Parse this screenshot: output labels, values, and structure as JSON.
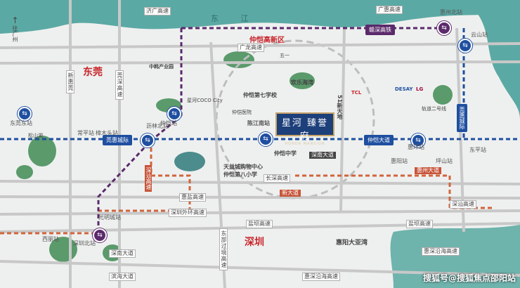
{
  "colors": {
    "river": "#5ba9a4",
    "metro_blue": "#1f4fa0",
    "metro_purple": "#5b2a6b",
    "metro_orange": "#d2643c",
    "accent_red": "#c8242b",
    "green_park": "#5a9a6b"
  },
  "compass": {
    "arrow": "↑",
    "label": "往广州"
  },
  "river": {
    "label": "东 江"
  },
  "cities": {
    "dongguan": "东莞",
    "shenzhen": "深圳"
  },
  "districts": {
    "xinggao": "仲恺高新区"
  },
  "highways": {
    "top_left": "济广高速",
    "top_right": "广惠高速",
    "guanglong": "广龙高速",
    "changshen": "长深高速",
    "huiyan": "惠盐高速",
    "shenzhen_outer": "深圳外环高速",
    "yanba": "盐坝高速",
    "yanba2": "盐坝高速",
    "shenshan": "深汕高速",
    "huishen_coast": "惠深沿海高速",
    "huishen_coast2": "惠深沿海高速",
    "donghua": "东部过境高速",
    "xingdazhong": "新大道",
    "shenshan_v": "深汕高速",
    "line_v": "新惠莞",
    "hui_dong_v": "莞深高速",
    "hui_zhou_ave": "惠州大道",
    "shennan": "深南大道",
    "binhai": "滨海大道",
    "shennan2": "深南大道"
  },
  "metro": {
    "ganshen": "赣深高铁",
    "guanhui": "莞惠城际",
    "zhongkai": "仲恺大道",
    "guanhui_v": "莞惠城际"
  },
  "stations": {
    "huizhou_north": "惠州北站",
    "zhongkai": "仲恺站",
    "chenjiang_south": "陈江南站",
    "dongguan_east": "东莞东站",
    "changping": "常平站",
    "zhangmutou": "樟木头站",
    "shenzhen_north": "深圳北站",
    "huihuan": "惠环站",
    "yunshan": "云山站",
    "xili": "西丽站",
    "guangming": "光明城站",
    "huiyang": "惠阳站",
    "pingshan": "坪山站",
    "dongping": "东平站"
  },
  "project": {
    "name": "星河 臻誉府",
    "sub": "HONOR MANSION"
  },
  "pois": {
    "zhonghan": "中韩产业园",
    "zhongkai_7": "仲恺第七学校",
    "zhongkai_hs": "仲恺中学",
    "zhongkai_8": "仲恺第八小学",
    "tianyi": "天益城购物中心",
    "huanle": "欢乐海湾",
    "xintiandi": "51新天地",
    "wuyi": "五一",
    "tcl": "TCL",
    "desay": "DESAY",
    "lg": "LG",
    "line2": "轨道二号线",
    "huiyang_bay": "惠阳大亚湾",
    "lishui": "沥林北站",
    "sonshan": "松山湖",
    "zhongkai_hospital": "仲恺医院",
    "xinghe_mall": "星河COCO City"
  },
  "watermark": "搜狐号@搜狐焦点邵阳站"
}
